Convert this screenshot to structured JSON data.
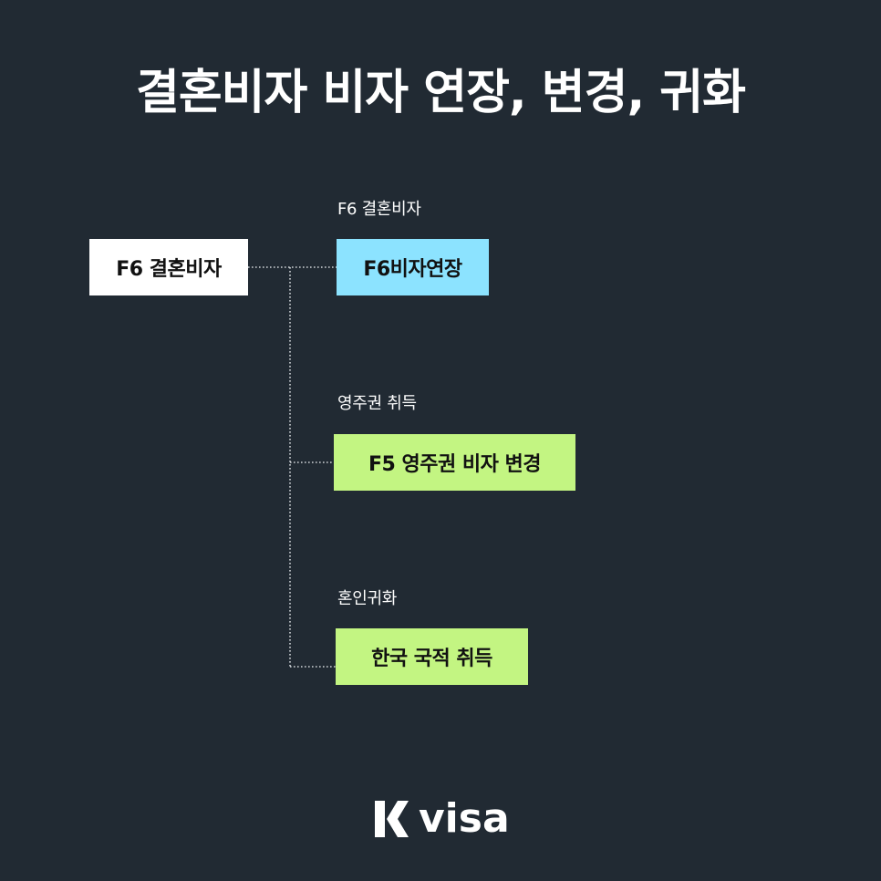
{
  "title": "결혼비자 비자 연장, 변경, 귀화",
  "root": {
    "label": "F6 결혼비자",
    "color": "#ffffff"
  },
  "branches": [
    {
      "caption": "F6 결혼비자",
      "label": "F6비자연장",
      "color": "#8ce3ff"
    },
    {
      "caption": "영주권 취득",
      "label": "F5 영주권 비자 변경",
      "color": "#c3f582"
    },
    {
      "caption": "혼인귀화",
      "label": "한국 국적 취득",
      "color": "#c3f582"
    }
  ],
  "logo": {
    "text": "visa",
    "icon": "k-logo-icon"
  },
  "colors": {
    "background": "#212a33",
    "connector": "#d0d4d8"
  }
}
